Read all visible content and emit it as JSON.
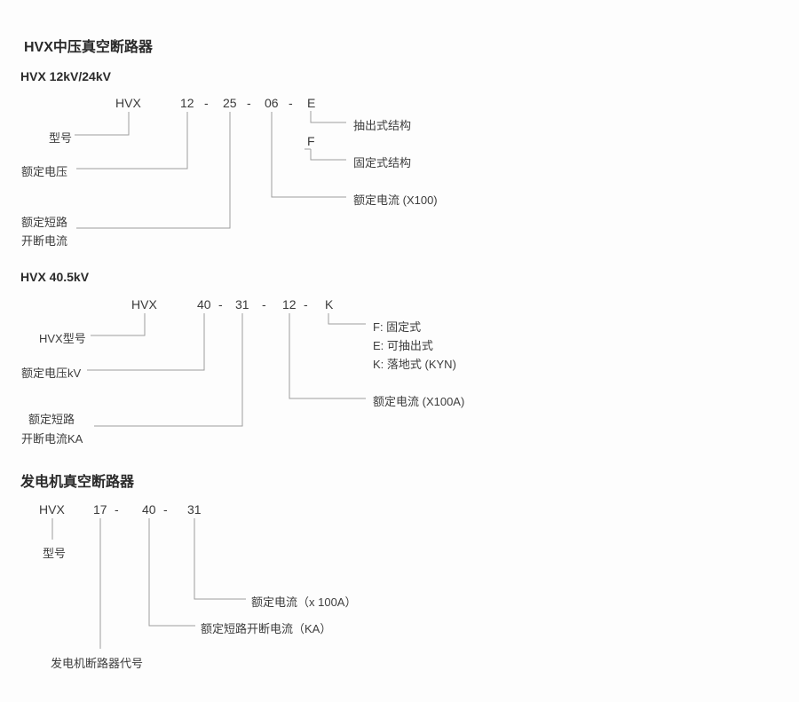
{
  "page": {
    "title": "HVX中压真空断路器"
  },
  "s1": {
    "heading": "HVX 12kV/24kV",
    "code": {
      "t0": "HVX",
      "t1": "12",
      "d1": "-",
      "t2": "25",
      "d2": "-",
      "t3": "06",
      "d3": "-",
      "t4": "E"
    },
    "left": {
      "model": "型号",
      "voltage": "额定电压",
      "short1": "额定短路",
      "short2": "开断电流"
    },
    "right": {
      "withdrawable": "抽出式结构",
      "f_letter": "F",
      "fixed": "固定式结构",
      "current": "额定电流 (X100)"
    }
  },
  "s2": {
    "heading": "HVX 40.5kV",
    "code": {
      "t0": "HVX",
      "t1": "40",
      "d1": "-",
      "t2": "31",
      "d2": "-",
      "t3": "12",
      "d3": "-",
      "t4": "K"
    },
    "left": {
      "model": "HVX型号",
      "voltage": "额定电压kV",
      "short1": "额定短路",
      "short2": "开断电流KA"
    },
    "right": {
      "opt_f": "F: 固定式",
      "opt_e": "E: 可抽出式",
      "opt_k": "K: 落地式 (KYN)",
      "current": "额定电流 (X100A)"
    }
  },
  "s3": {
    "heading": "发电机真空断路器",
    "code": {
      "t0": "HVX",
      "t1": "17",
      "d1": "-",
      "t2": "40",
      "d2": "-",
      "t3": "31"
    },
    "labels": {
      "model": "型号",
      "current": "额定电流（x 100A）",
      "short": "额定短路开断电流（KA）",
      "gencode": "发电机断路器代号"
    }
  }
}
